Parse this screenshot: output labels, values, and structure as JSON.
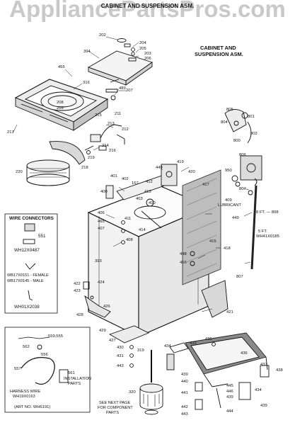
{
  "watermark": "AppliancePartsPros.com",
  "subtitle": "CABINET AND SUSPENSION ASM.",
  "section_title": {
    "line1": "CABINET AND",
    "line2": "SUSPENSION ASM."
  },
  "wire_connectors": {
    "title": "WIRE CONNECTORS",
    "items": [
      {
        "num": "551"
      },
      {
        "part": "WH12X0487"
      },
      {
        "part": "WB17X0151 - FEMALE"
      },
      {
        "part": "WB17X0145 - MALE"
      },
      {
        "part": "WH01X2038"
      }
    ]
  },
  "harness": {
    "callouts": [
      "559,555",
      "562",
      "556",
      "557",
      "561"
    ],
    "installation": {
      "line1": "INSTALLATION",
      "line2": "PARTS"
    },
    "harness_wire": {
      "line1": "HARNESS WIRE",
      "line2": "WH19X0163"
    },
    "art_no": "(ART NO. WH6191)"
  },
  "see_next_page": {
    "line1": "SEE NEXT PAGE",
    "line2": "FOR COMPONENT",
    "line3": "PARTS"
  },
  "lubricant": {
    "line1": "409",
    "line2": "LUBRICANT"
  },
  "hose_notes": {
    "eight_ft": "8 FT. — 808",
    "five_ft": "5 FT.",
    "five_ft_part": "WH41X0185"
  },
  "callouts": {
    "202": "202",
    "204": "204",
    "205": "205",
    "203": "203",
    "206": "206",
    "394": "394",
    "455": "455",
    "316": "316",
    "489": "489",
    "207": "207",
    "208": "208",
    "209": "209",
    "215": "215",
    "211": "211",
    "217": "217",
    "213": "213",
    "212": "212",
    "214": "214",
    "216": "216",
    "218": "218",
    "219": "219",
    "220": "220",
    "805": "805",
    "801": "801",
    "804": "804",
    "802": "802",
    "800": "800",
    "806": "806",
    "419": "419",
    "449": "449",
    "420": "420",
    "950": "950",
    "401": "401",
    "402": "402",
    "167": "167",
    "412": "412",
    "400": "400",
    "417": "417",
    "413": "413",
    "807": "807",
    "403": "403",
    "406": "406",
    "465": "465",
    "407": "407",
    "414": "414",
    "449b": "449",
    "411": "411",
    "410": "410",
    "408": "408",
    "415": "415",
    "418": "418",
    "393": "393",
    "448": "448",
    "416": "416",
    "422": "422",
    "423": "423",
    "424": "424",
    "807b": "807",
    "426": "426",
    "428": "428",
    "421": "421",
    "429": "429",
    "427": "427",
    "430": "430",
    "431": "431",
    "319": "319",
    "443": "443",
    "434": "434",
    "433": "433",
    "435": "435",
    "436": "436",
    "437": "437",
    "438": "438",
    "439": "439",
    "440": "440",
    "445": "445",
    "446": "446",
    "439b": "439",
    "441": "441",
    "442": "442",
    "434b": "434",
    "444": "444",
    "439c": "439",
    "443b": "443",
    "320": "320"
  }
}
